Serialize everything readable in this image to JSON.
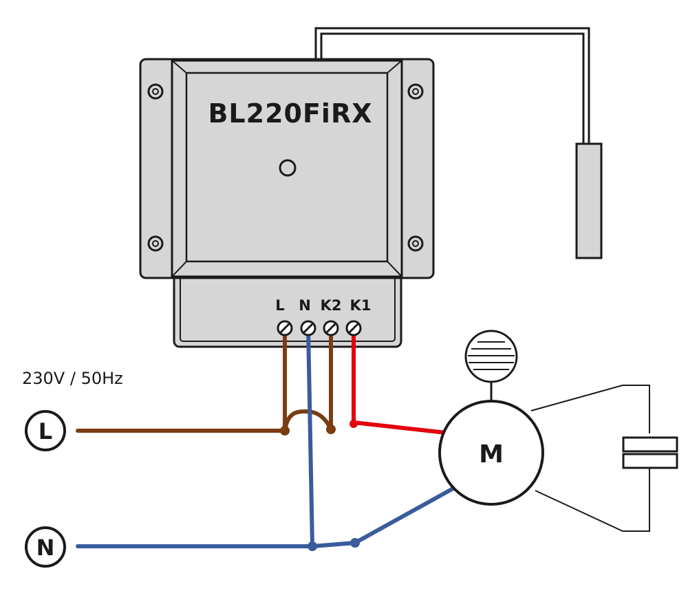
{
  "device": {
    "model": "BL220FiRX"
  },
  "terminals": [
    "L",
    "N",
    "K2",
    "K1"
  ],
  "supply": {
    "label": "230V / 50Hz",
    "line": "L",
    "neutral": "N"
  },
  "motor": {
    "label": "M"
  },
  "colors": {
    "housing": "#d6d6d6",
    "outline": "#1a1a1a",
    "live_wire": "#7a3d12",
    "neutral_wire": "#3a5c9c",
    "switched_wire": "#e3000f"
  }
}
